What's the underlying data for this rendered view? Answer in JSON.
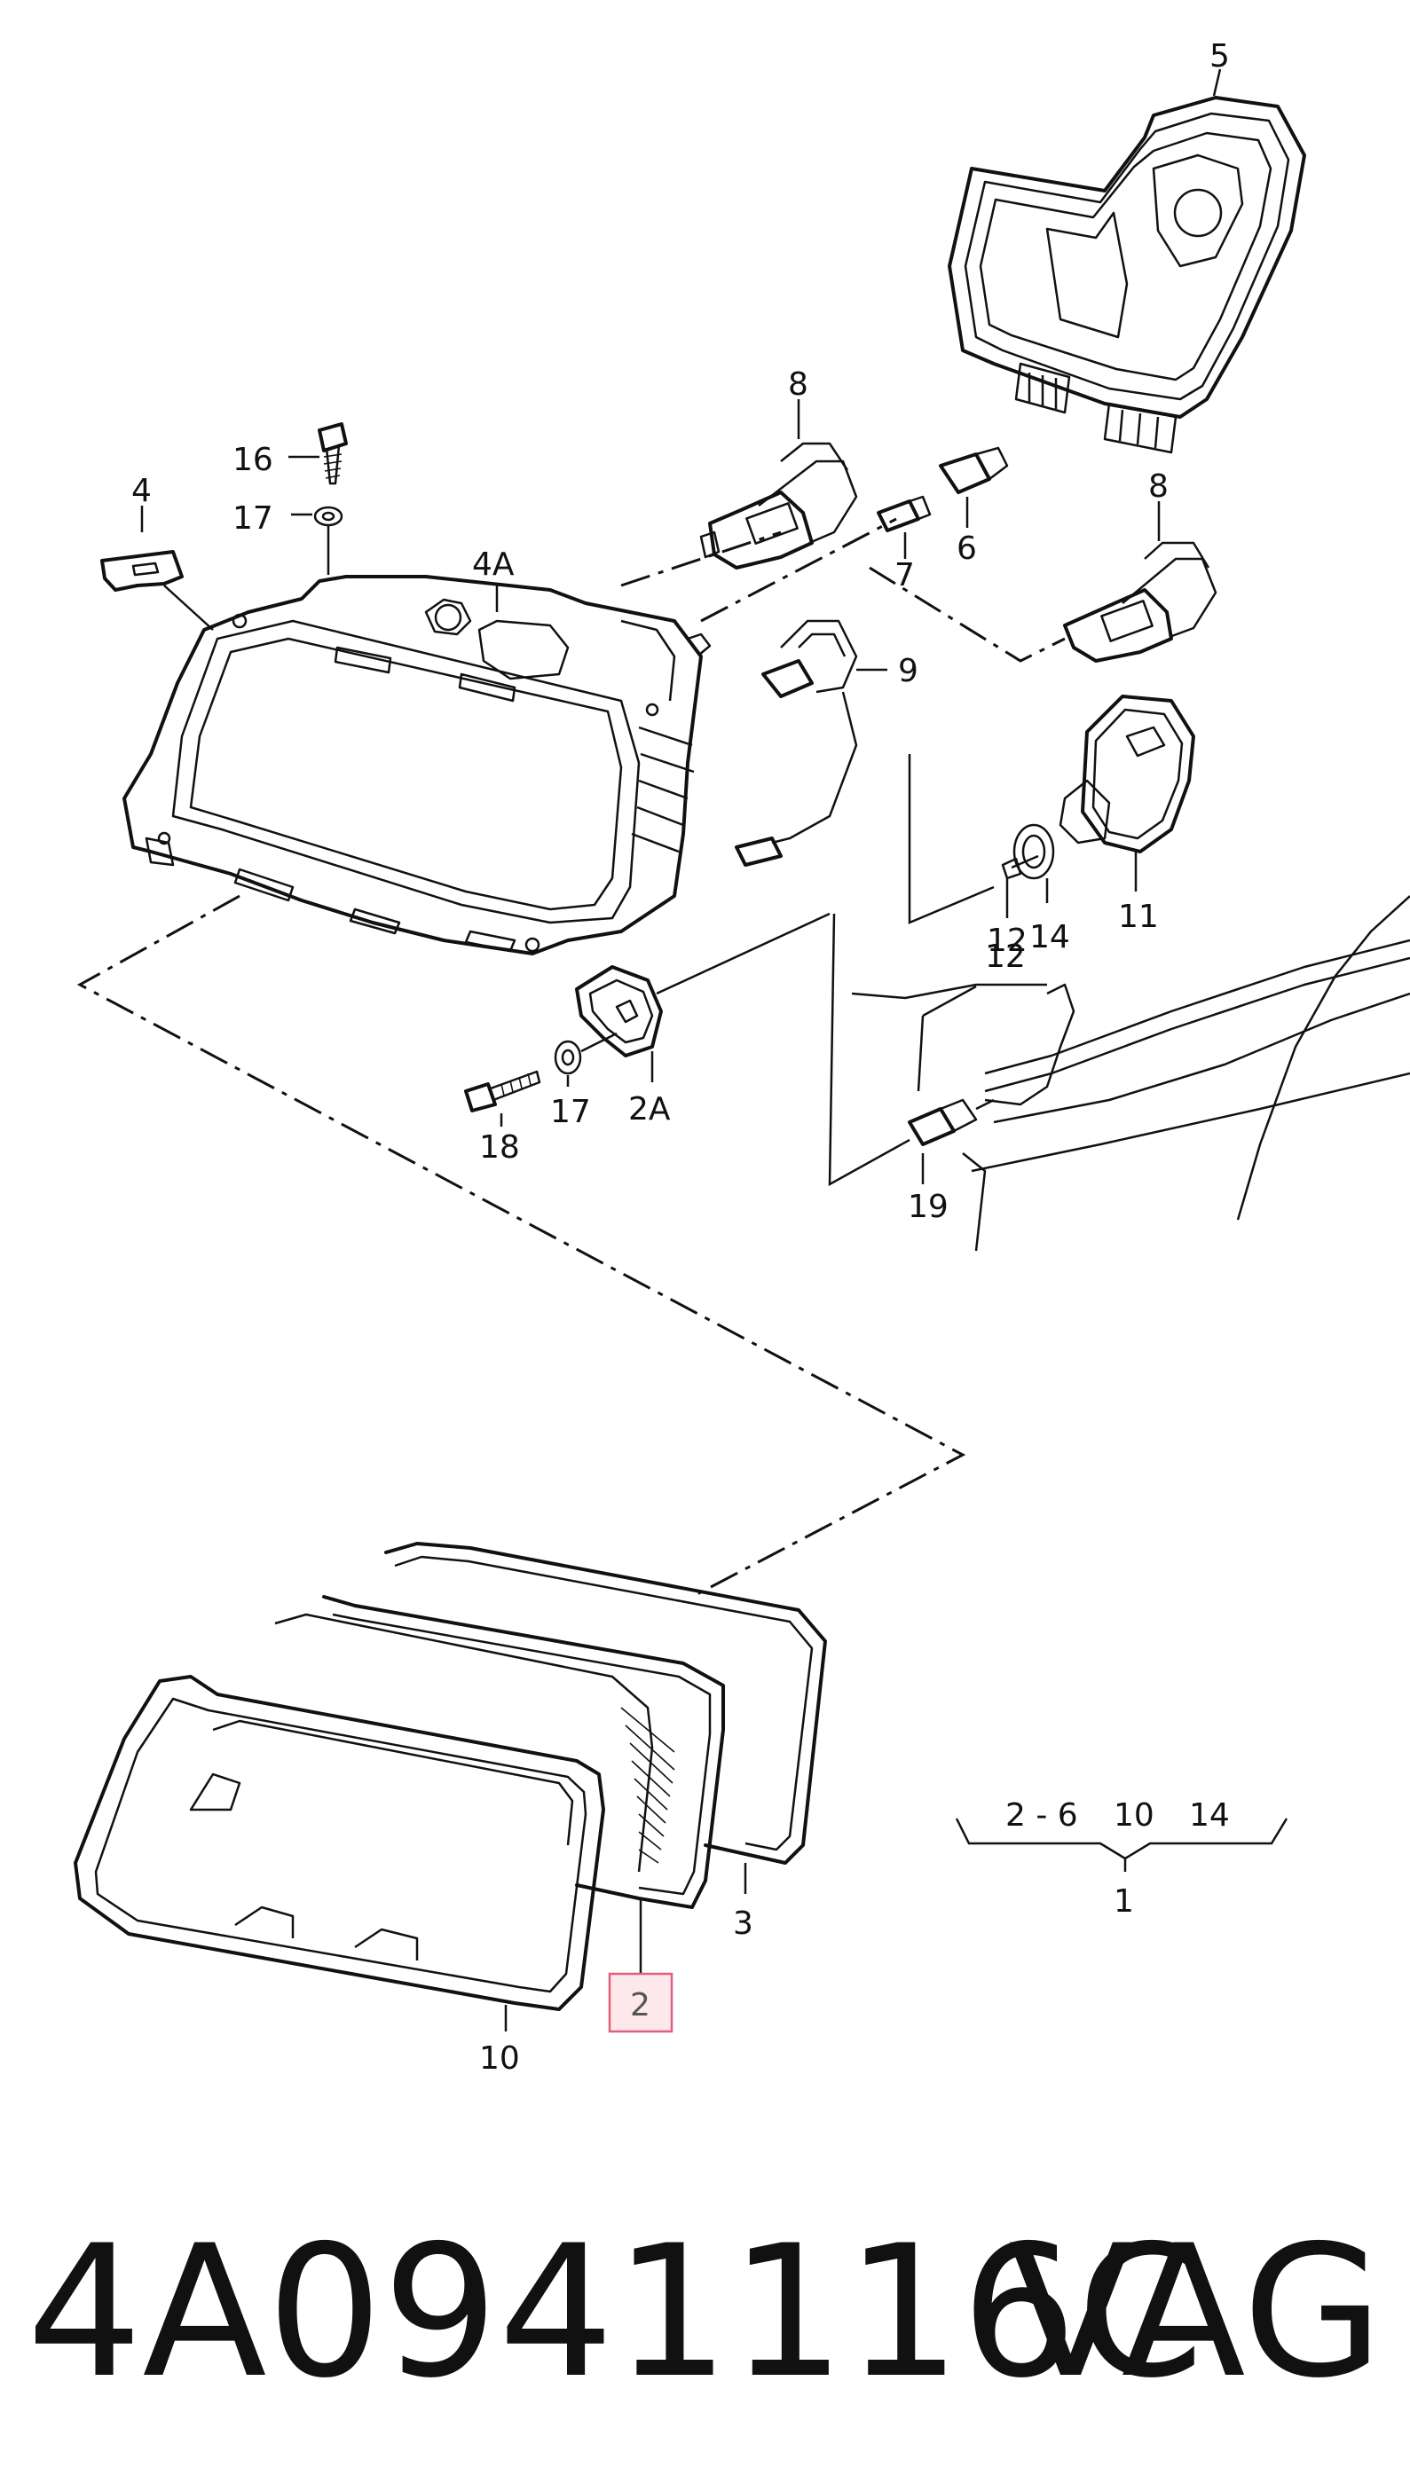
{
  "labels": {
    "l5": "5",
    "l8a": "8",
    "l16": "16",
    "l4": "4",
    "l17a": "17",
    "l4A": "4A",
    "l7": "7",
    "l6": "6",
    "l8b": "8",
    "l9": "9",
    "l14a": "14",
    "l11": "11",
    "l12": "12",
    "l17b": "17",
    "l2A": "2A",
    "l18": "18",
    "l19": "19",
    "l3": "3",
    "l10": "10",
    "l2": "2",
    "l1": "1",
    "group_left": "2 - 6",
    "group_mid": "10",
    "group_right": "14"
  },
  "footer": {
    "part_number": "4A0941116C",
    "brand": "VAG"
  },
  "colors": {
    "line": "#111111",
    "highlight_fill": "#fde8ec",
    "highlight_stroke": "#e0607a"
  }
}
